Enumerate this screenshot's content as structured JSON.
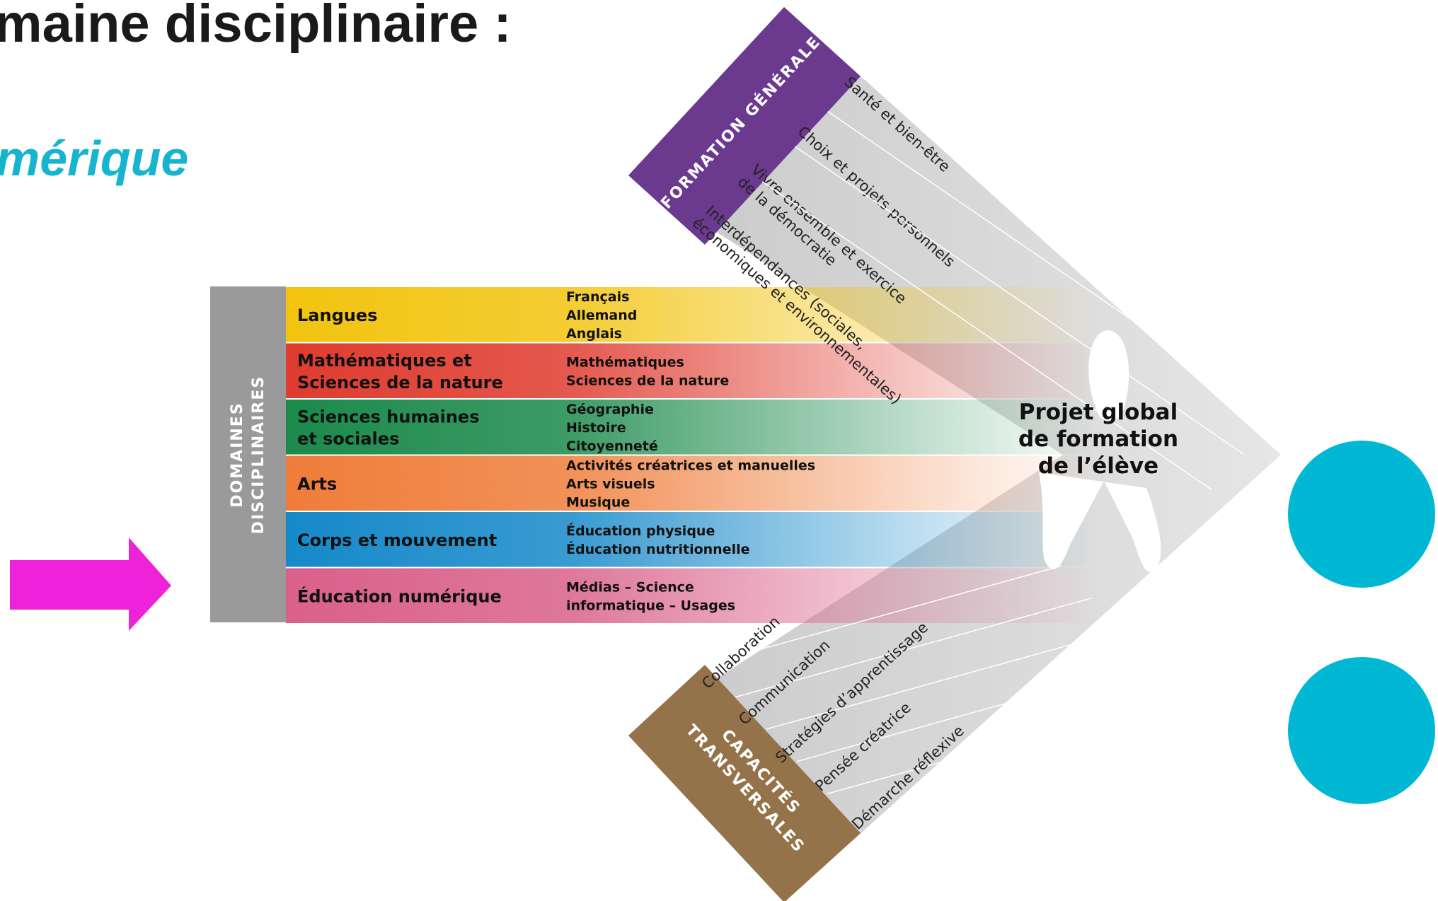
{
  "header": {
    "title": "maine disciplinaire :",
    "subtitle": "mérique"
  },
  "sidebar_label": {
    "line1": "DOMAINES",
    "line2": "DISCIPLINAIRES"
  },
  "domains": [
    {
      "name_lines": [
        "Langues"
      ],
      "subjects": [
        "Français",
        "Allemand",
        "Anglais"
      ],
      "color": "#f2c40f",
      "dark_text": true
    },
    {
      "name_lines": [
        "Mathématiques et",
        "Sciences de la nature"
      ],
      "subjects": [
        "Mathématiques",
        "Sciences de la nature"
      ],
      "color": "#df3b2f",
      "dark_text": false
    },
    {
      "name_lines": [
        "Sciences humaines",
        "et sociales"
      ],
      "subjects": [
        "Géographie",
        "Histoire",
        "Citoyenneté"
      ],
      "color": "#1b8a4b",
      "dark_text": false
    },
    {
      "name_lines": [
        "Arts"
      ],
      "subjects": [
        "Activités créatrices et manuelles",
        "Arts visuels",
        "Musique"
      ],
      "color": "#ef7d3a",
      "dark_text": false
    },
    {
      "name_lines": [
        "Corps et mouvement"
      ],
      "subjects": [
        "Éducation physique",
        "Éducation nutritionnelle"
      ],
      "color": "#1689c9",
      "dark_text": false
    },
    {
      "name_lines": [
        "Éducation numérique"
      ],
      "subjects": [
        "Médias – Science",
        "informatique – Usages"
      ],
      "color": "#d9608a",
      "dark_text": false
    }
  ],
  "formation_generale": {
    "label": "FORMATION GÉNÉRALE",
    "color": "#6b3a8f",
    "items": [
      "Santé et bien-être",
      "Choix et projets personnels",
      "Vivre ensemble et exercice|de la démocratie",
      "Interdépendances (sociales,|économiques et environnementales)"
    ]
  },
  "capacites_transversales": {
    "label_line1": "CAPACITÉS",
    "label_line2": "TRANSVERSALES",
    "color": "#94734a",
    "items": [
      "Collaboration",
      "Communication",
      "Stratégies d’apprentissage",
      "Pensée créatrice",
      "Démarche réflexive"
    ]
  },
  "center_label": [
    "Projet global",
    "de formation",
    "de l’élève"
  ],
  "colors": {
    "arrow": "#ee22d8",
    "dots": "#00b8d4",
    "title": "#1a1a1a",
    "subtitle": "#17b4cf",
    "sidebar": "#9a9a9a"
  }
}
